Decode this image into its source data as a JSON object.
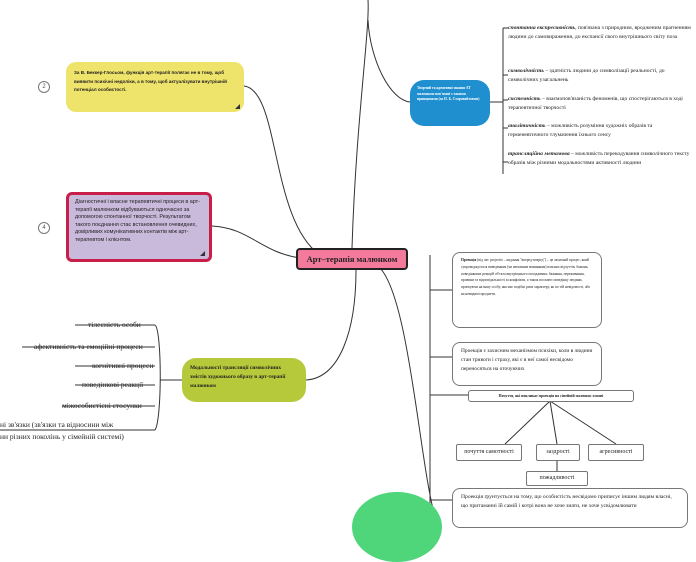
{
  "central": {
    "label": "Арт–терапія малюнком"
  },
  "yellow_note": {
    "badge": "2",
    "text": "За В. Беккер-Глосьом, функція арт-терапії полягає не в тому, щоб виявити психічні недоліки, а в тому, щоб актуалізувати внутрішній потенціал особистості."
  },
  "purple_note": {
    "badge": "4",
    "text": "Діагностичні і власне терапевтичні процеси в арт-терапії малюнком відбуваються одночасно за допомогою спонтанної творчості. Результатом такого поєднання стає встановлення очевидних, довірливих комунікативних контактів між арт-терапевтом і клієнтом."
  },
  "blue_node": {
    "text": "Творчий та креативні знання AT малюнком пов'язані з такими принципами (за П. Б. Старовойтовою)"
  },
  "principles": [
    {
      "term": "спонтанна експресивність",
      "desc": ", пов'язана з природним, вродженим прагненням людини до самовираження, до експансії свого внутрішнього світу поза"
    },
    {
      "term": "символічність",
      "desc": " – здатність людини до символізації реальності, до символічних узагальнень"
    },
    {
      "term": "системність",
      "desc": " – взаємопов'язаність феноменів, що спостерігаються в ході терапевтичної творчості"
    },
    {
      "term": "аналітичність",
      "desc": " – можливість розуміння художніх образів та герменевтичного тлумачення їхнього сенсу"
    },
    {
      "term": "трансляційна метамова",
      "desc": " – можливість перекодування символічного тексту образів між різними модальностями активності людини"
    }
  ],
  "olive_node": {
    "text": "Модальності трансляції символічних змістів художнього образу в арт-терапії малюнком"
  },
  "modalities": [
    "тілесність особи",
    "афективність та емоційні процеси",
    "когнітивні процеси",
    "поведінкові реакції",
    "міжособистісні стосунки",
    "ні зв'язки (зв'язки та відносини між",
    "ни різних поколінь у сімейній системі)"
  ],
  "projection": {
    "title": "Проекція",
    "title_rest": " (від лат. projectio – кидання \"вперед-вперед\") – це захисний процес, який супроводжується виведенням (чи неповним визнанням) власних відчуттів, бажань, поведінкових реакцій об'єкта внутрішнього походження: бажання, переживання, провини та відповідальності за конфлікти, а також посилює поведінку людини, проекуючи на іншу особу, яка має подібні риси характеру, як по тій невідомості, або на невидимі предмети.",
    "second": "Проекція є захисним механізмом психіки, коли в людини стан тривоги і страху, які є в неї самої несвідомо переносяться на оточуючих"
  },
  "reasons": {
    "title": "Почуття, які викликає проекція на сімейній малюнок-основі",
    "items": [
      "почуття самотності",
      "заздрості",
      "агресивності",
      "пожадливості"
    ]
  },
  "bottom_note": {
    "text": "Проекція ґрунтується на тому, що особистість несвідомо приписує іншим людям власні, що притаманні їй самій і котрі вона не хоче знати, не хоче усвідомлювати"
  }
}
